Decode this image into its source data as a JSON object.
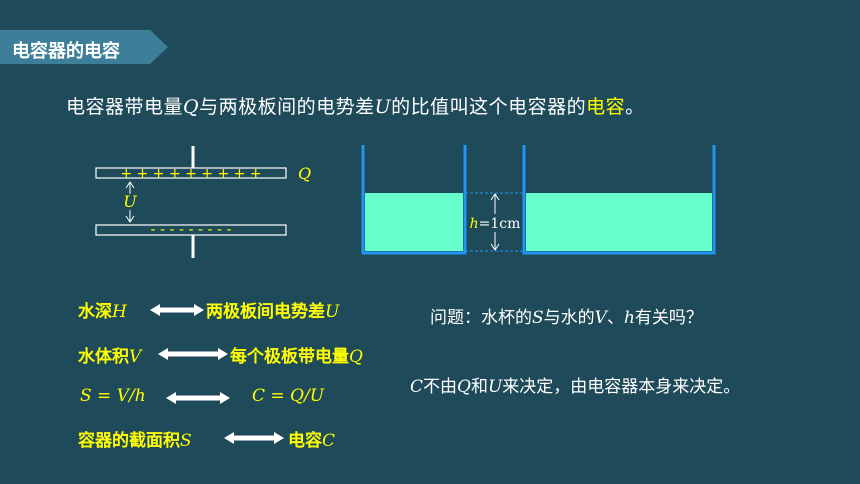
{
  "title": "电容器的电容",
  "definition": {
    "p1": "电容器带电量",
    "q": "Q",
    "p2": "与两极板间的电势差",
    "u": "U",
    "p3": "的比值叫这个电容器的",
    "term": "电容",
    "end": "。"
  },
  "capacitor": {
    "top_plate_signs": "+ + + + + + + + +",
    "bottom_plate_signs": "- - - - - - - - -",
    "charge_label": "Q",
    "voltage_label": "U"
  },
  "tank": {
    "height_label_var": "h",
    "height_label_val": "=1cm"
  },
  "analogies": {
    "row1_left_a": "水深",
    "row1_left_var": "H",
    "row1_right_a": "两极板间电势差",
    "row1_right_var": "U",
    "row2_left_a": "水体积",
    "row2_left_var": "V",
    "row2_right_a": "每个极板带电量",
    "row2_right_var": "Q",
    "row3_left": "S = V/h",
    "row3_right": "C = Q/U",
    "row4_left_a": "容器的截面积",
    "row4_left_var": "S",
    "row4_right_a": "电容",
    "row4_right_var": "C"
  },
  "question": {
    "a": "问题：水杯的",
    "s": "S",
    "b": "与水的",
    "v": "V",
    "c": "、",
    "h": "h",
    "d": "有关吗？"
  },
  "conclusion": {
    "c": "C",
    "a": "不由",
    "q": "Q",
    "b": "和",
    "u": "U",
    "d": "来决定，由电容器本身来决定。"
  },
  "colors": {
    "background": "#1f4a5a",
    "title_tab": "#3d7f99",
    "highlight": "#ffff00",
    "water": "#66ffcc",
    "tank_wall": "#2196f3"
  }
}
